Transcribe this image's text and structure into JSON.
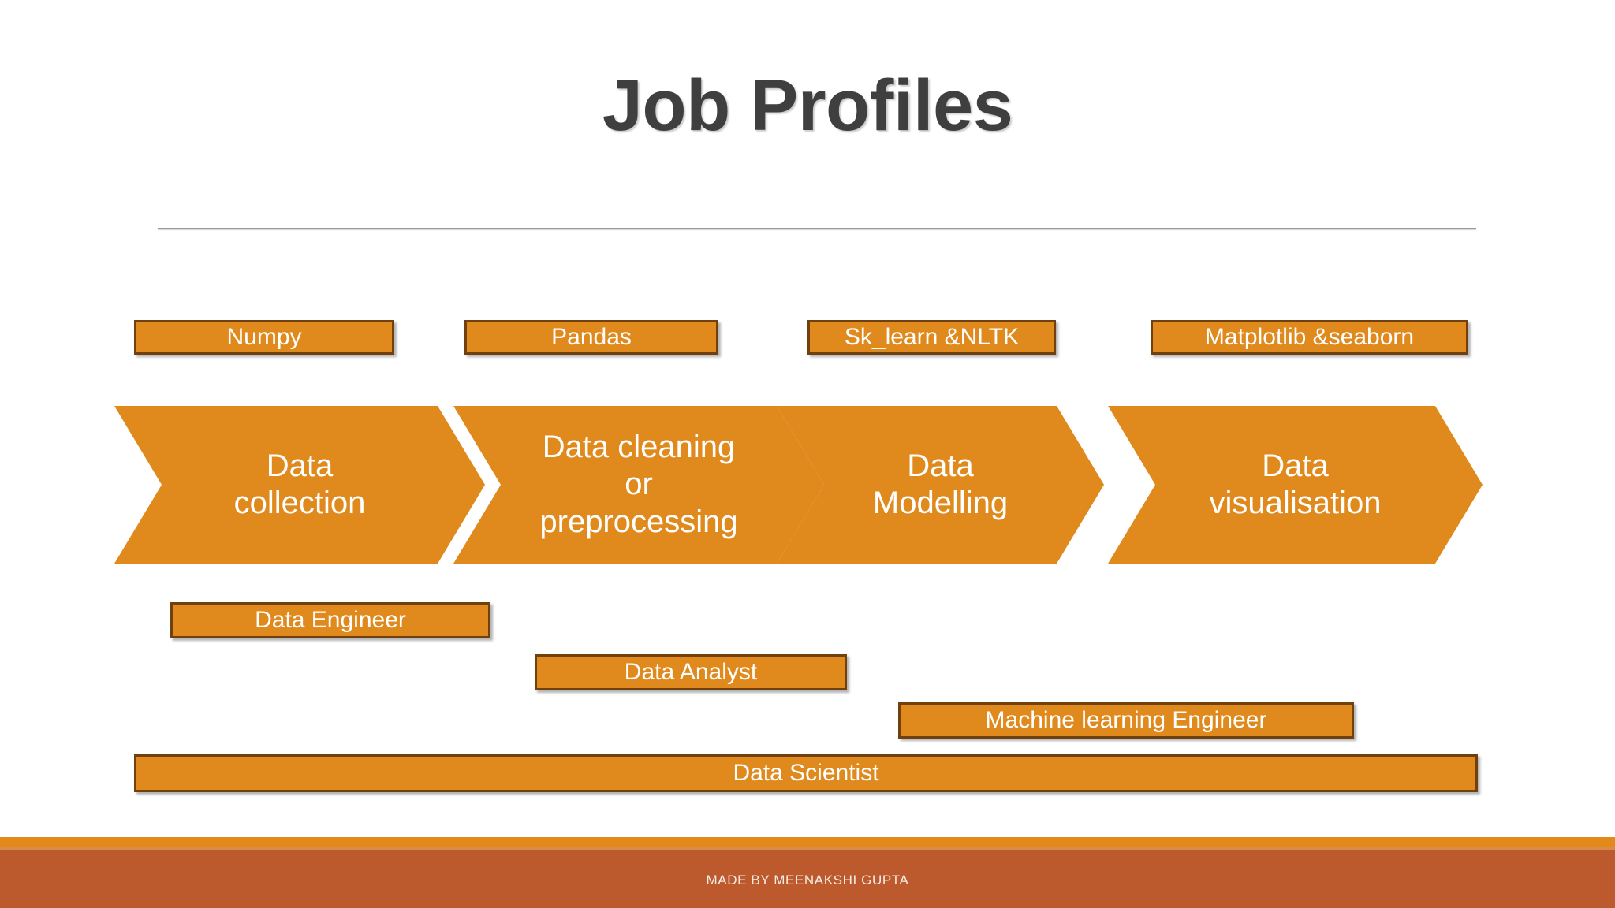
{
  "slide": {
    "title": "Job Profiles",
    "background_color": "#ffffff",
    "accent_color": "#E08A1E",
    "border_color": "#70400E",
    "title_color": "#3f3f3f"
  },
  "tools": [
    {
      "label": "Numpy"
    },
    {
      "label": "Pandas"
    },
    {
      "label": "Sk_learn &NLTK"
    },
    {
      "label": "Matplotlib &seaborn"
    }
  ],
  "stages": [
    {
      "label": "Data\ncollection"
    },
    {
      "label": "Data cleaning\nor\npreprocessing"
    },
    {
      "label": "Data\nModelling"
    },
    {
      "label": "Data\nvisualisation"
    }
  ],
  "roles": [
    {
      "label": "Data Engineer"
    },
    {
      "label": "Data Analyst"
    },
    {
      "label": "Machine learning Engineer"
    },
    {
      "label": "Data Scientist"
    }
  ],
  "footer": {
    "credit": "MADE BY MEENAKSHI GUPTA",
    "stripe_color": "#E3891A",
    "band_color": "#BC5A2E"
  }
}
